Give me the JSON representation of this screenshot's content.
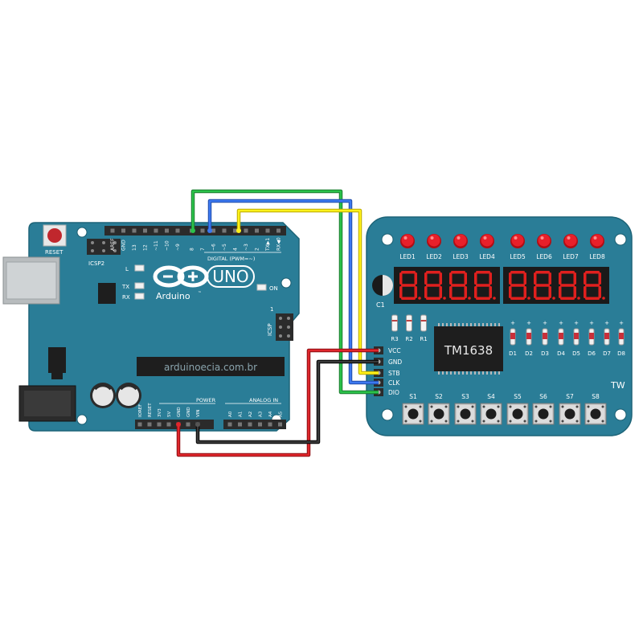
{
  "arduino": {
    "reset_label": "RESET",
    "icsp2_label": "ICSP2",
    "icsp_label": "ICSP",
    "icsp_pin1": "1",
    "l_label": "L",
    "tx_label": "TX",
    "rx_label": "RX",
    "on_label": "ON",
    "brand": "Arduino",
    "model": "UNO",
    "tm": "™",
    "watermark": "arduinoecia.com.br",
    "digital_header": "DIGITAL (PWM=~)",
    "top_pins": [
      "AREF",
      "GND",
      "13",
      "12",
      "~11",
      "~10",
      "~9",
      "8",
      "7",
      "~6",
      "~5",
      "4",
      "~3",
      "2",
      "TX▶1",
      "RX◀0"
    ],
    "power_header": "POWER",
    "power_pins": [
      "IOREF",
      "RESET",
      "3V3",
      "5V",
      "GND",
      "GND",
      "VIN"
    ],
    "analog_header": "ANALOG IN",
    "analog_pins": [
      "A0",
      "A1",
      "A2",
      "A3",
      "A4",
      "A5"
    ]
  },
  "tm1638": {
    "chip_label": "TM1638",
    "corner_mark": "TW",
    "capacitor_label": "C1",
    "leds": [
      "LED1",
      "LED2",
      "LED3",
      "LED4",
      "LED5",
      "LED6",
      "LED7",
      "LED8"
    ],
    "resistors_left": [
      "R3",
      "R2",
      "R1"
    ],
    "diodes": [
      "D1",
      "D2",
      "D3",
      "D4",
      "D5",
      "D6",
      "D7",
      "D8"
    ],
    "switches": [
      "S1",
      "S2",
      "S3",
      "S4",
      "S5",
      "S6",
      "S7",
      "S8"
    ],
    "pins": [
      "VCC",
      "GND",
      "STB",
      "CLK",
      "DIO"
    ],
    "display_digits": [
      "8",
      "8",
      "8",
      "8",
      "8",
      "8",
      "8",
      "8"
    ]
  },
  "wires": [
    {
      "color": "#1fa23a",
      "from": "8",
      "to": "DIO"
    },
    {
      "color": "#2f5fd6",
      "from": "7",
      "to": "CLK"
    },
    {
      "color": "#f2e600",
      "from": "4",
      "to": "STB"
    },
    {
      "color": "#c4161c",
      "from": "5V",
      "to": "VCC"
    },
    {
      "color": "#1a1a1a",
      "from": "GND",
      "to": "GND"
    }
  ]
}
